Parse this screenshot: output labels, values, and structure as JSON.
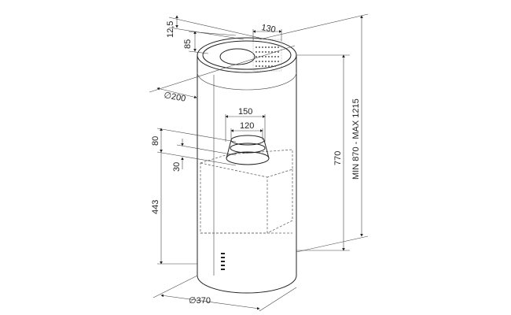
{
  "dimensions": {
    "d_12_5": "12,5",
    "d_85": "85",
    "d_130": "130",
    "d_200": "∅200",
    "d_150": "150",
    "d_120": "120",
    "d_80": "80",
    "d_30": "30",
    "d_443": "443",
    "d_770": "770",
    "d_min_max": "MIN 870 - MAX 1215",
    "d_370": "∅370"
  },
  "colors": {
    "line": "#222222",
    "background": "#ffffff"
  }
}
